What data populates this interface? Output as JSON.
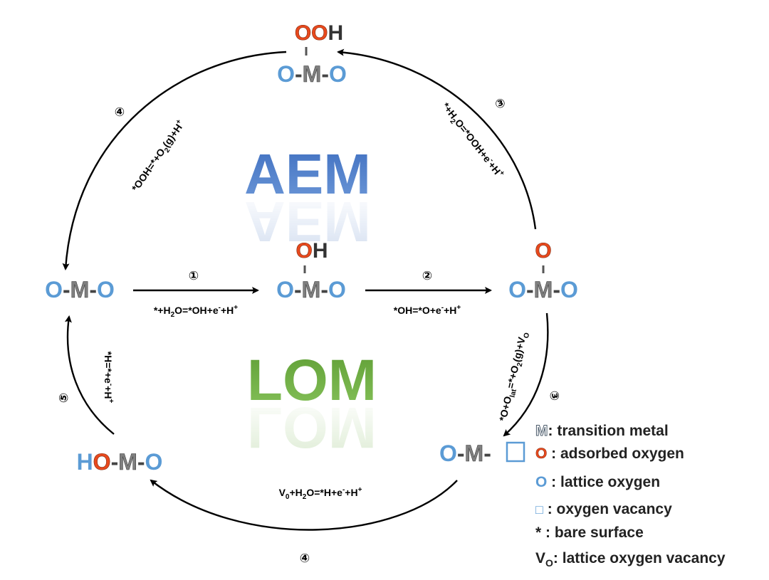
{
  "colors": {
    "lattice_oxygen": "#5b9bd5",
    "adsorbed_oxygen": "#e8491d",
    "metal": "#7f7f7f",
    "aem": "#4a78c2",
    "lom": "#70ad47",
    "arrow": "#000000"
  },
  "mechanisms": {
    "aem": "AEM",
    "lom": "LOM"
  },
  "species": {
    "ooh": {
      "o1": "O",
      "o2": "O",
      "h": "H"
    },
    "oh": {
      "o": "O",
      "h": "H"
    },
    "o_top": {
      "o": "O"
    },
    "omo": {
      "o": "O",
      "m": "M",
      "bond": "-"
    },
    "vacancy": "□",
    "hydroxyl": {
      "h": "H",
      "o": "O"
    }
  },
  "steps": {
    "s1": "①",
    "s2": "②",
    "s3": "③",
    "s4_aem": "④",
    "s3_lom": "③",
    "s4_lom": "④",
    "s5": "⑤"
  },
  "equations": {
    "e1": {
      "a": "*+H",
      "sub": "2",
      "b": "O=*OH+e",
      "sup1": "-",
      "c": "+H",
      "sup2": "+"
    },
    "e2": {
      "a": "*OH=*O+e",
      "sup1": "-",
      "b": "+H",
      "sup2": "+"
    },
    "e3": {
      "a": "*+H",
      "sub": "2",
      "b": "O=*OOH+e",
      "sup1": "-",
      "c": "+H",
      "sup2": "+"
    },
    "e4": {
      "a": "*OOH=*+O",
      "sub": "2",
      "b": "(g)+H",
      "sup": "+"
    },
    "e3l": {
      "a": "*O+O",
      "sub1": "lat",
      "b": "=*+O",
      "sub2": "2",
      "c": "(g)+V",
      "sub3": "O"
    },
    "e4l": {
      "a": "V",
      "sub": "0",
      "b": "+H",
      "sub2": "2",
      "c": "O=*H+e",
      "sup1": "-",
      "d": "+H",
      "sup2": "+"
    },
    "e5": {
      "a": "*H=*+e",
      "sup1": "-",
      "b": "+H",
      "sup2": "+"
    }
  },
  "legend": [
    {
      "symbol": "M",
      "text": ": transition metal"
    },
    {
      "symbol": "O",
      "text": " : adsorbed oxygen"
    },
    {
      "symbol": "O",
      "text": " : lattice oxygen"
    },
    {
      "symbol": "□",
      "text": " : oxygen vacancy"
    },
    {
      "symbol": "*",
      "text": "  : bare surface"
    },
    {
      "symbol": "V",
      "sub": "O",
      "text": ": lattice oxygen vacancy"
    }
  ]
}
